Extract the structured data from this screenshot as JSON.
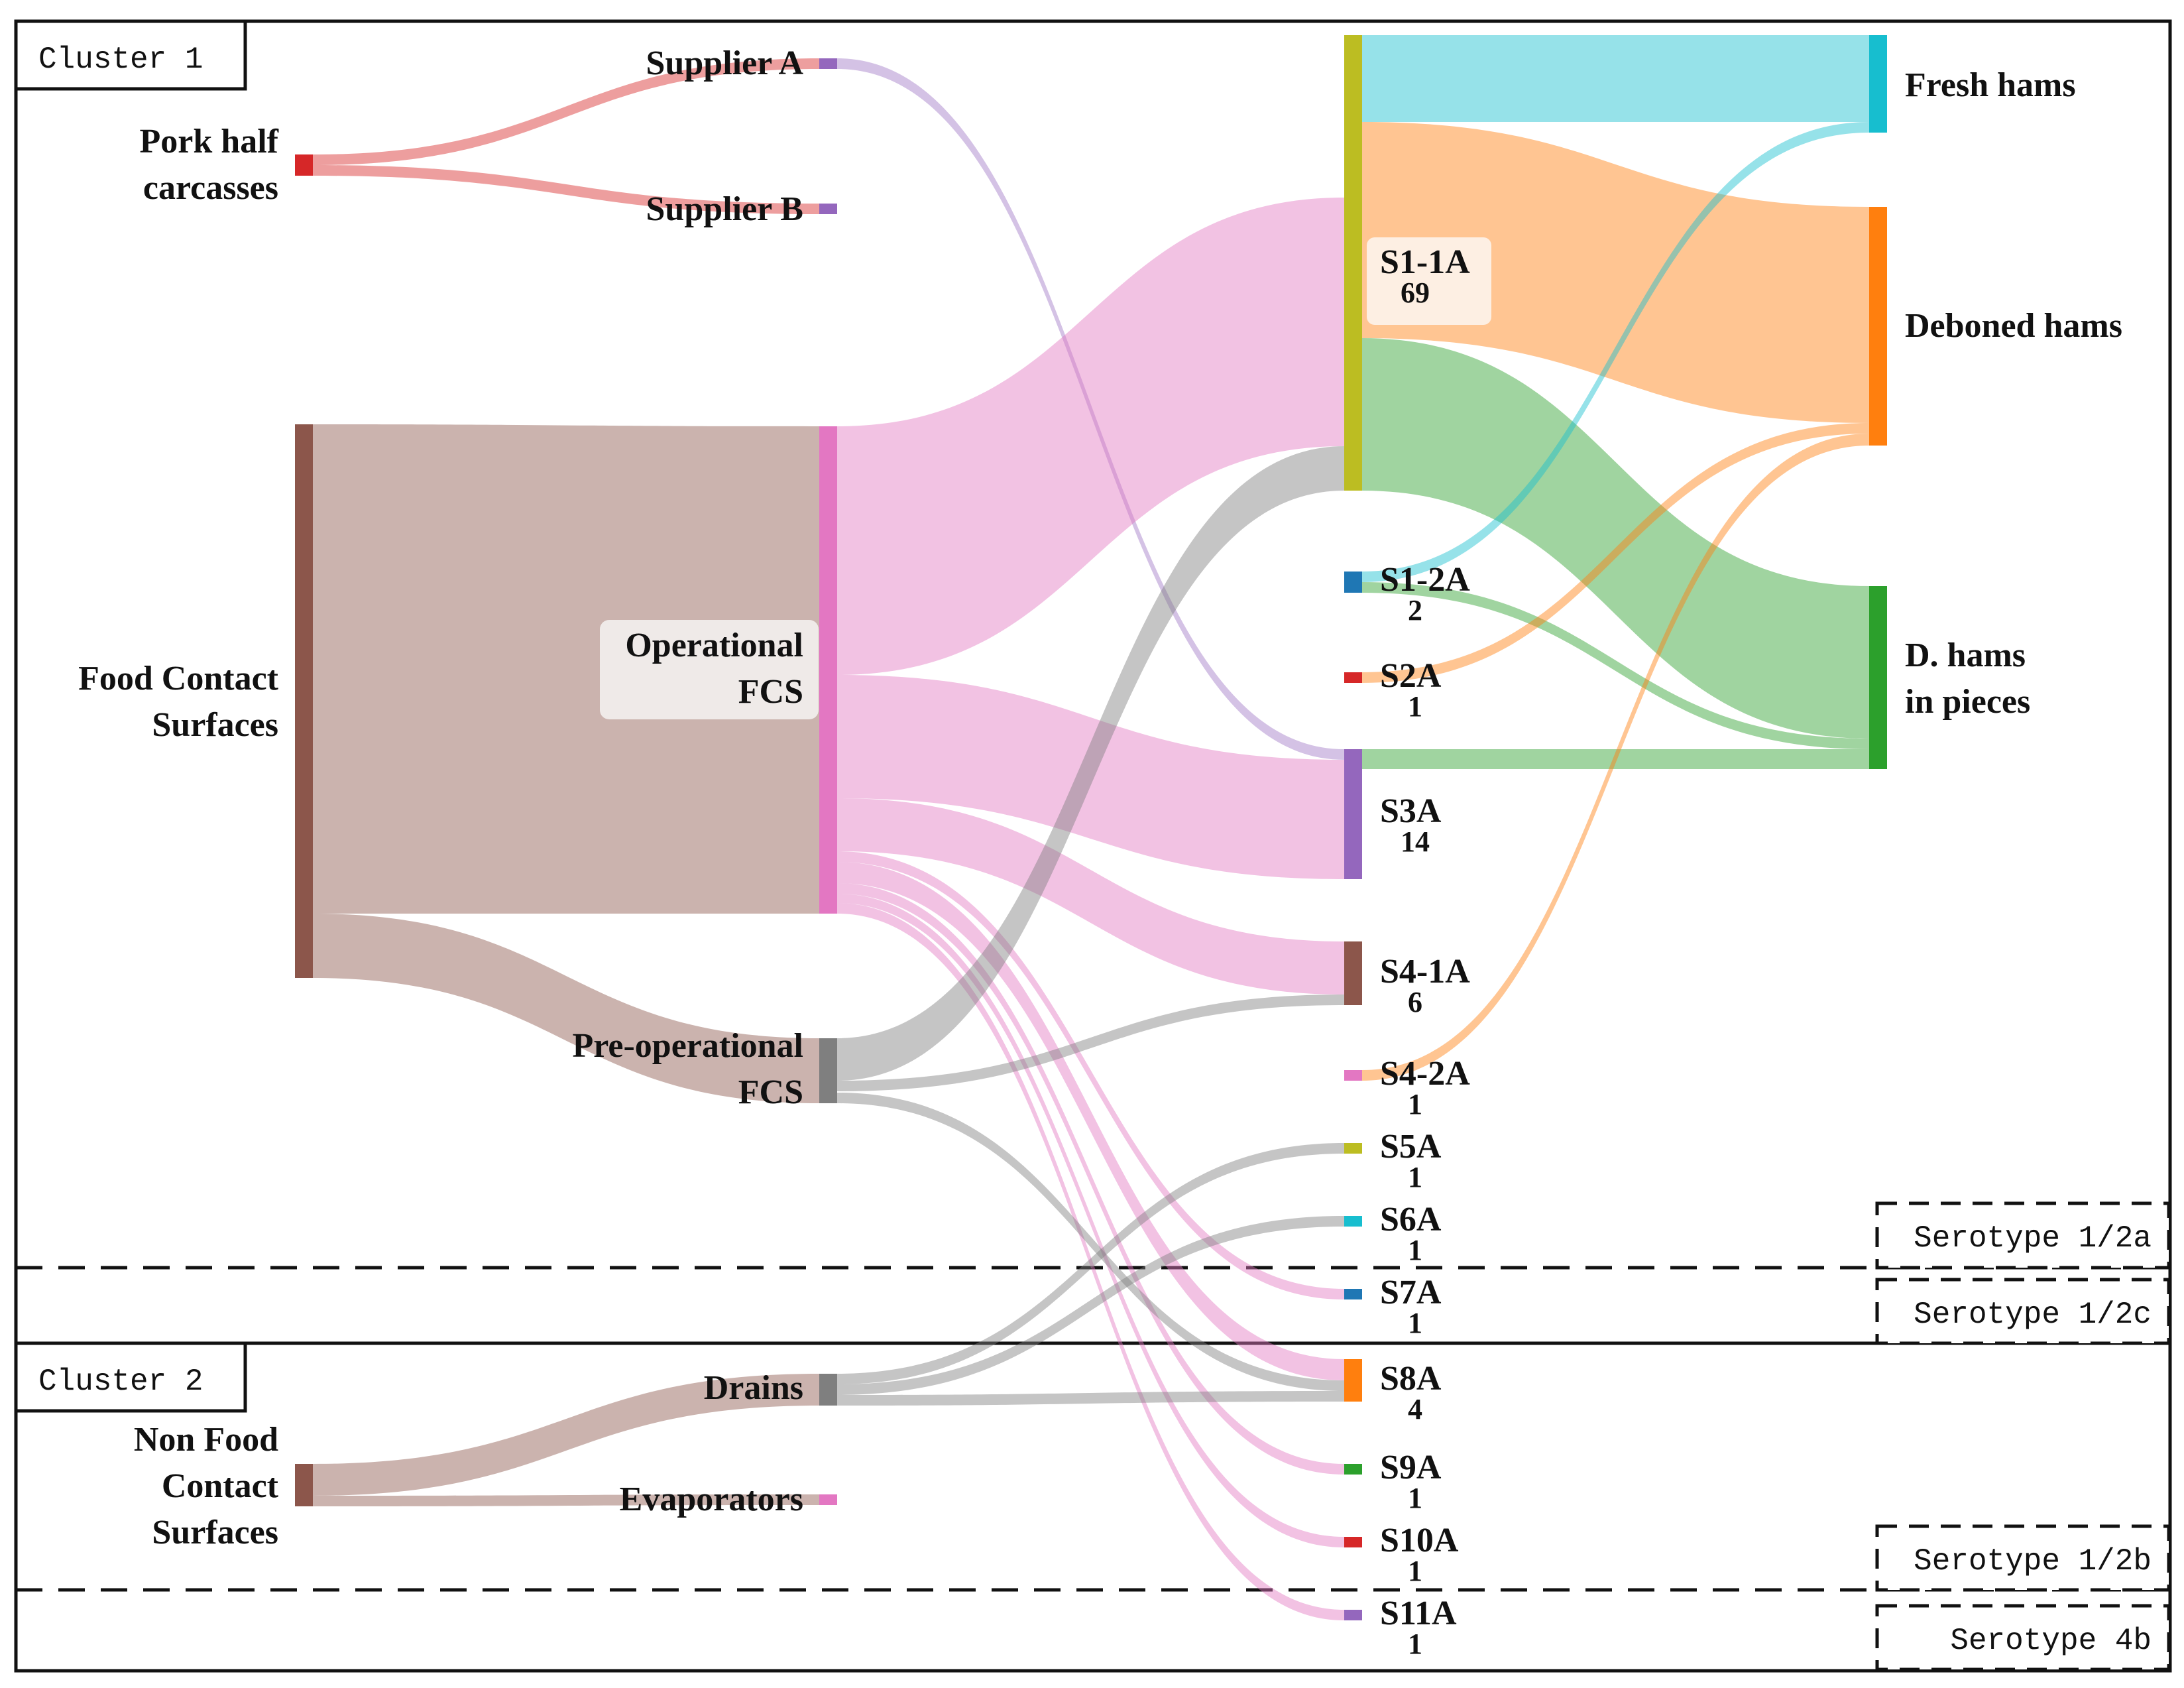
{
  "clusters": [
    "Cluster 1",
    "Cluster 2"
  ],
  "serotypes": [
    "Serotype 1/2a",
    "Serotype 1/2c",
    "Serotype 1/2b",
    "Serotype 4b"
  ],
  "sources": {
    "pork": [
      "Pork half",
      "carcasses"
    ],
    "fcs": [
      "Food Contact",
      "Surfaces"
    ],
    "nfcs": [
      "Non Food",
      "Contact",
      "Surfaces"
    ]
  },
  "sites": {
    "supplier_a": "Supplier A",
    "supplier_b": "Supplier B",
    "operational": [
      "Operational",
      "FCS"
    ],
    "preoperational": [
      "Pre-operational",
      "FCS"
    ],
    "drains": "Drains",
    "evaporators": "Evaporators"
  },
  "strains": [
    {
      "name": "S1-1A",
      "count": "69",
      "color": "#bcbd22"
    },
    {
      "name": "S1-2A",
      "count": "2",
      "color": "#1f77b4"
    },
    {
      "name": "S2A",
      "count": "1",
      "color": "#d62728"
    },
    {
      "name": "S3A",
      "count": "14",
      "color": "#9467bd"
    },
    {
      "name": "S4-1A",
      "count": "6",
      "color": "#8c564b"
    },
    {
      "name": "S4-2A",
      "count": "1",
      "color": "#e377c2"
    },
    {
      "name": "S5A",
      "count": "1",
      "color": "#bcbd22"
    },
    {
      "name": "S6A",
      "count": "1",
      "color": "#17becf"
    },
    {
      "name": "S7A",
      "count": "1",
      "color": "#1f77b4"
    },
    {
      "name": "S8A",
      "count": "4",
      "color": "#ff7f0e"
    },
    {
      "name": "S9A",
      "count": "1",
      "color": "#2ca02c"
    },
    {
      "name": "S10A",
      "count": "1",
      "color": "#d62728"
    },
    {
      "name": "S11A",
      "count": "1",
      "color": "#9467bd"
    }
  ],
  "products": {
    "fresh": "Fresh hams",
    "deboned": "Deboned hams",
    "pieces": [
      "D. hams",
      "in pieces"
    ]
  },
  "colors": {
    "pork": "#d62728",
    "fcs": "#8c564b",
    "nfcs": "#8c564b",
    "supplier": "#9467bd",
    "operational": "#e377c2",
    "preoperational": "#7f7f7f",
    "drains": "#7f7f7f",
    "evaporators": "#e377c2",
    "fresh": "#17becf",
    "deboned": "#ff7f0e",
    "pieces": "#2ca02c"
  }
}
